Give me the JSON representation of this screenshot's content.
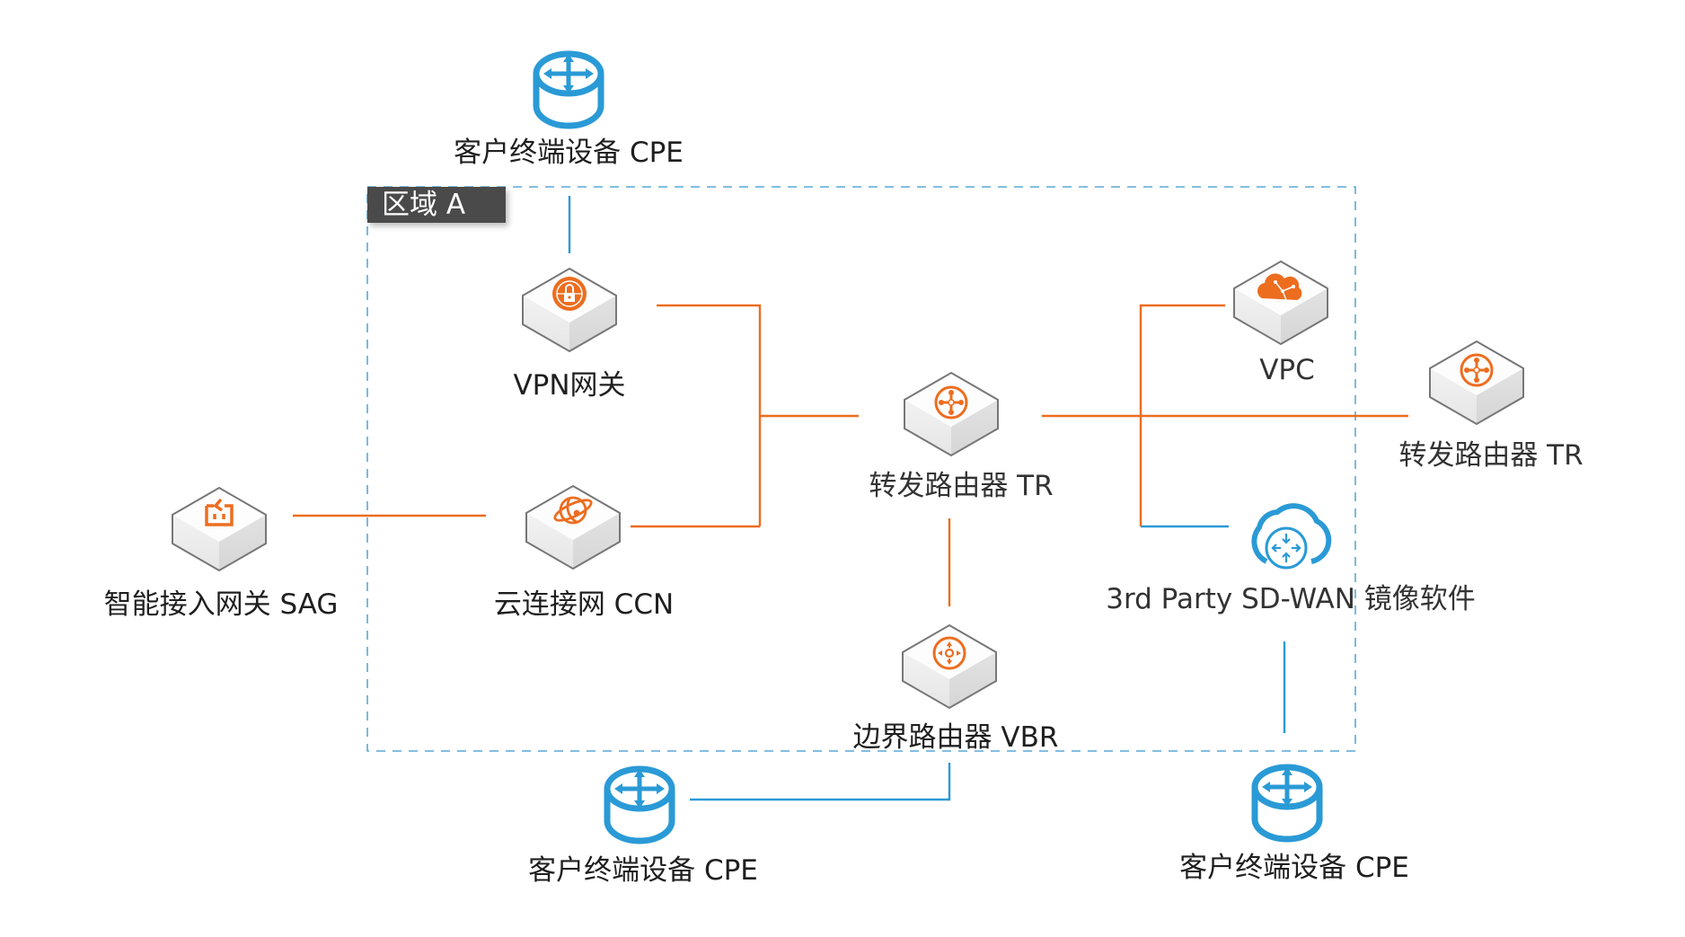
{
  "region": {
    "label": "区域 A"
  },
  "colors": {
    "orange": "#ed6d1f",
    "blue": "#2a9ad6",
    "region_border": "#5aa9d6"
  },
  "nodes": {
    "cpe_top": {
      "label": "客户终端设备 CPE",
      "icon": "router-icon"
    },
    "vpn": {
      "label": "VPN网关",
      "icon": "vpn-lock-globe-icon"
    },
    "sag": {
      "label": "智能接入网关 SAG",
      "icon": "sag-gateway-icon"
    },
    "ccn": {
      "label": "云连接网 CCN",
      "icon": "ccn-globe-icon"
    },
    "tr_center": {
      "label": "转发路由器 TR",
      "icon": "transit-router-icon"
    },
    "vpc": {
      "label": "VPC",
      "icon": "vpc-cloud-icon"
    },
    "tr_right": {
      "label": "转发路由器 TR",
      "icon": "transit-router-icon"
    },
    "sdwan": {
      "label": "3rd Party SD-WAN 镜像软件",
      "icon": "sdwan-cloud-router-icon"
    },
    "vbr": {
      "label": "边界路由器 VBR",
      "icon": "border-router-icon"
    },
    "cpe_bottom_left": {
      "label": "客户终端设备 CPE",
      "icon": "router-icon"
    },
    "cpe_bottom_right": {
      "label": "客户终端设备 CPE",
      "icon": "router-icon"
    }
  },
  "connections": [
    {
      "from": "cpe_top",
      "to": "vpn",
      "color": "blue"
    },
    {
      "from": "vpn",
      "to": "tr_center",
      "color": "orange"
    },
    {
      "from": "ccn",
      "to": "tr_center",
      "color": "orange"
    },
    {
      "from": "sag",
      "to": "ccn",
      "color": "orange"
    },
    {
      "from": "tr_center",
      "to": "tr_right",
      "color": "orange"
    },
    {
      "from": "tr_center",
      "to": "vpc",
      "color": "orange"
    },
    {
      "from": "tr_center",
      "to": "sdwan",
      "color": "orange"
    },
    {
      "from": "tr_center",
      "to": "vbr",
      "color": "orange"
    },
    {
      "from": "vbr",
      "to": "cpe_bottom_left",
      "color": "blue"
    },
    {
      "from": "sdwan",
      "to": "cpe_bottom_right",
      "color": "blue"
    }
  ]
}
